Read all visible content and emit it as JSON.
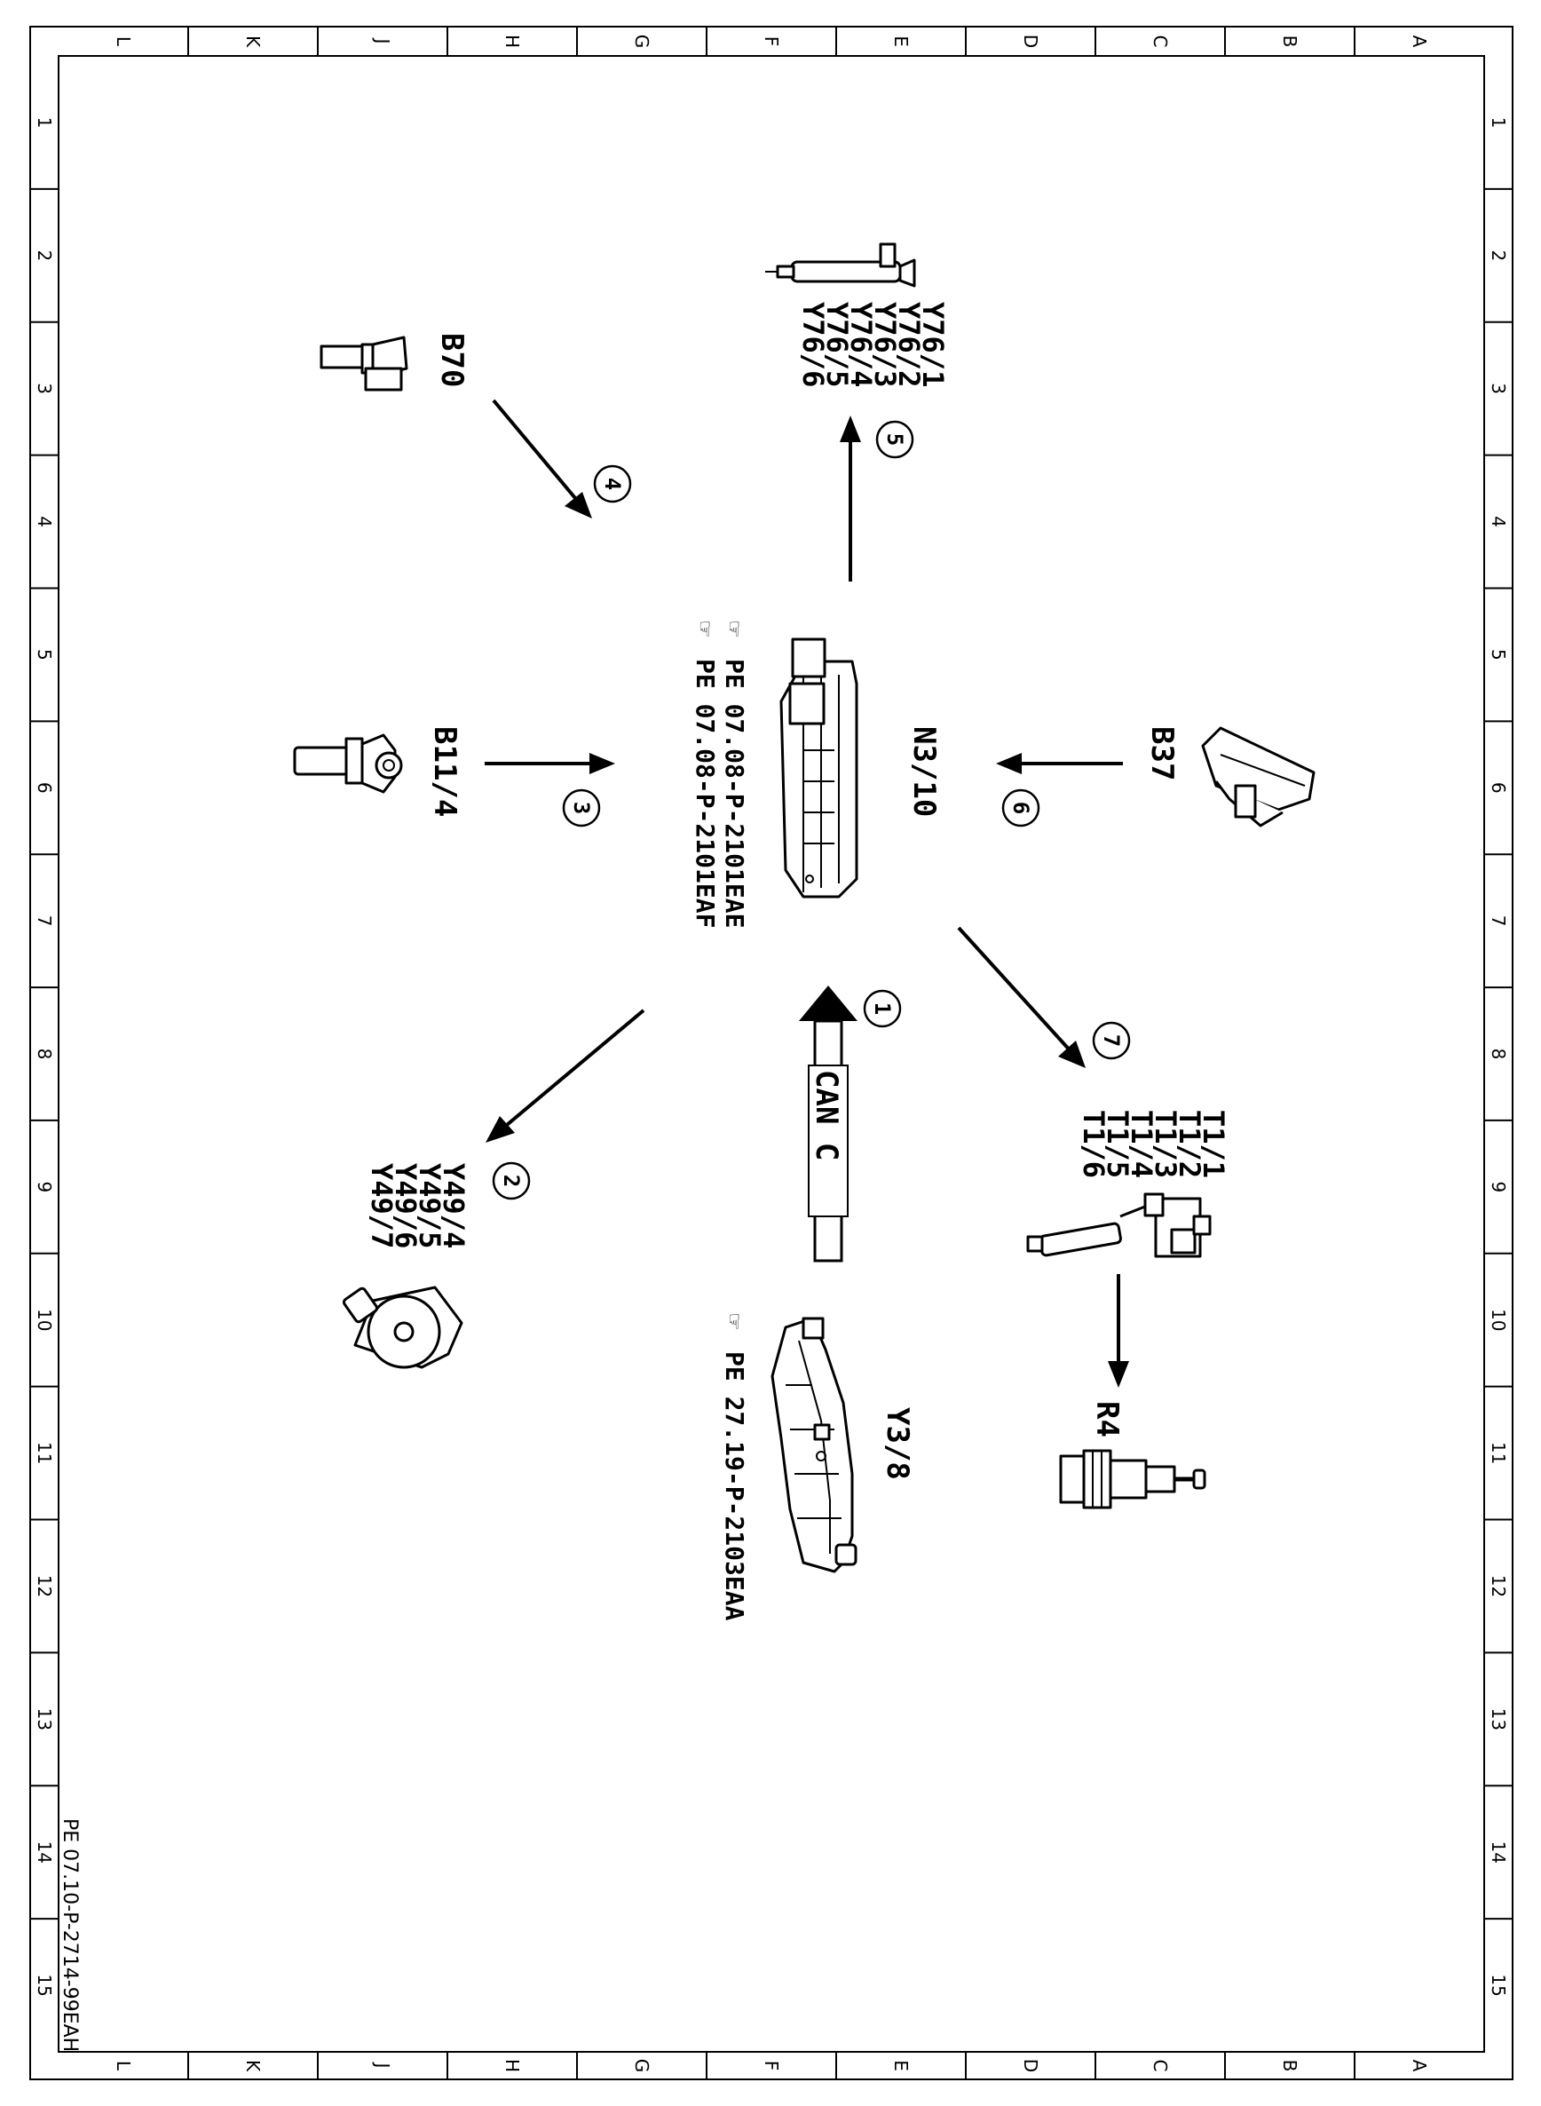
{
  "colors": {
    "ink": "#000000",
    "paper": "#ffffff",
    "shade": "#d8d8d8"
  },
  "grid": {
    "letters": [
      "L",
      "K",
      "J",
      "H",
      "G",
      "F",
      "E",
      "D",
      "C",
      "B",
      "A"
    ],
    "numbers": [
      "1",
      "2",
      "3",
      "4",
      "5",
      "6",
      "7",
      "8",
      "9",
      "10",
      "11",
      "12",
      "13",
      "14",
      "15"
    ]
  },
  "components": {
    "n3_10": {
      "label": "N3/10",
      "refs": [
        "PE 07.08-P-2101EAE",
        "PE 07.08-P-2101EAF"
      ],
      "icon": "engine-control-unit-icon"
    },
    "y76": {
      "labels": [
        "Y76/1",
        "Y76/2",
        "Y76/3",
        "Y76/4",
        "Y76/5",
        "Y76/6"
      ],
      "icon": "fuel-injector-icon"
    },
    "b70": {
      "label": "B70",
      "icon": "crankshaft-sensor-icon"
    },
    "b11_4": {
      "label": "B11/4",
      "icon": "coolant-temp-sensor-icon"
    },
    "b37": {
      "label": "B37",
      "icon": "accelerator-pedal-sensor-icon"
    },
    "y49": {
      "labels": [
        "Y49/4",
        "Y49/5",
        "Y49/6",
        "Y49/7"
      ],
      "icon": "camshaft-adjuster-magnet-icon"
    },
    "t1": {
      "labels": [
        "T1/1",
        "T1/2",
        "T1/3",
        "T1/4",
        "T1/5",
        "T1/6"
      ],
      "icon": "ignition-coil-icon"
    },
    "r4": {
      "label": "R4",
      "icon": "spark-plug-icon"
    },
    "y3_8": {
      "label": "Y3/8",
      "refs": [
        "PE 27.19-P-2103EAA"
      ],
      "icon": "transmission-control-unit-icon"
    }
  },
  "bus": {
    "label": "CAN C"
  },
  "callouts": [
    "1",
    "2",
    "3",
    "4",
    "5",
    "6",
    "7"
  ],
  "doc_ref": "PE 07.10-P-2714-99EAH",
  "ref_icon": "hand-pointer-icon"
}
